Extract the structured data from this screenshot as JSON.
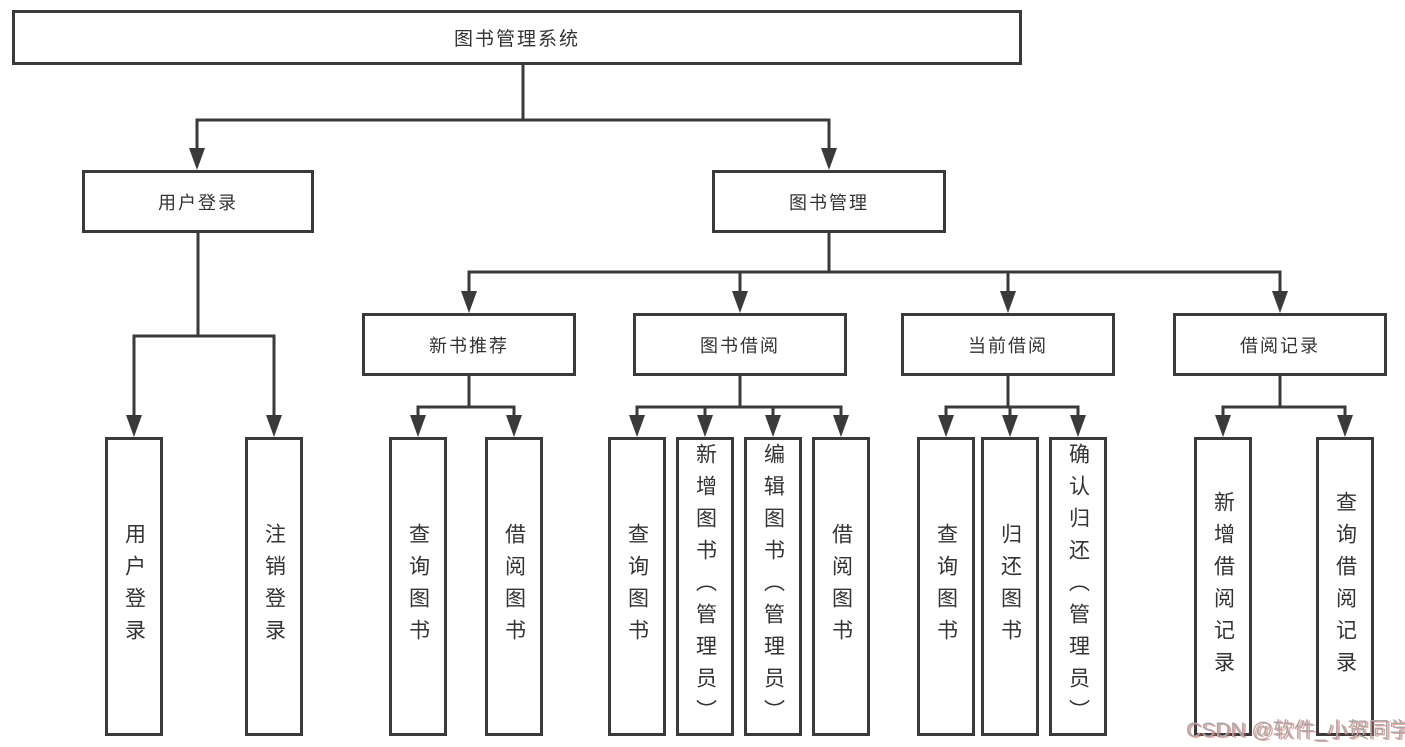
{
  "colors": {
    "line": "#3a3a3a",
    "text": "#333333",
    "box_background": "#ffffff",
    "watermark_gray": "#a8a8a8",
    "watermark_red": "#d95b52"
  },
  "diagram": {
    "root": {
      "label": "图书管理系统"
    },
    "level2": [
      {
        "label": "用户登录"
      },
      {
        "label": "图书管理"
      }
    ],
    "level3": [
      {
        "label": "新书推荐"
      },
      {
        "label": "图书借阅"
      },
      {
        "label": "当前借阅"
      },
      {
        "label": "借阅记录"
      }
    ],
    "leaves": {
      "user_login": [
        "用户登录",
        "注销登录"
      ],
      "new_book": [
        "查询图书",
        "借阅图书"
      ],
      "book_borrow": [
        "查询图书",
        "新增图书（管理员）",
        "编辑图书（管理员）",
        "借阅图书"
      ],
      "current_borrow": [
        "查询图书",
        "归还图书",
        "确认归还（管理员）"
      ],
      "borrow_record": [
        "新增借阅记录",
        "查询借阅记录"
      ]
    }
  },
  "watermark": {
    "text": "CSDN @软件_小贺同学"
  }
}
